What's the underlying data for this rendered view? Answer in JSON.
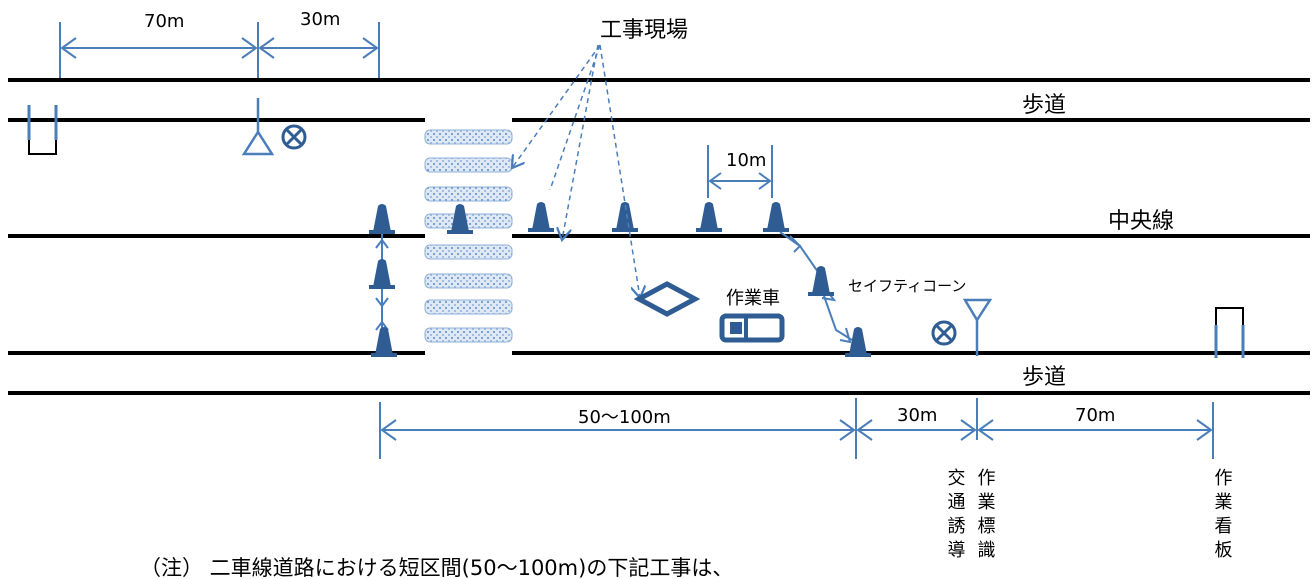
{
  "labels": {
    "top_dim_1": "70m",
    "top_dim_2": "30m",
    "construction_site": "工事現場",
    "sidewalk_top": "歩道",
    "center_line": "中央線",
    "cone_spacing": "10m",
    "work_vehicle": "作業車",
    "safety_cone": "セイフティコーン",
    "sidewalk_bottom": "歩道",
    "bottom_dim_1": "50～100m",
    "bottom_dim_2": "30m",
    "bottom_dim_3": "70m",
    "traffic_guide": "交通誘導",
    "work_sign": "作業標識",
    "work_board": "作業看板",
    "note": "（注） 二車線道路における短区間(50～100m)の下記工事は、"
  },
  "colors": {
    "accent": "#4A7EBB",
    "dark_blue": "#2E5C93",
    "road_line": "#000000"
  }
}
